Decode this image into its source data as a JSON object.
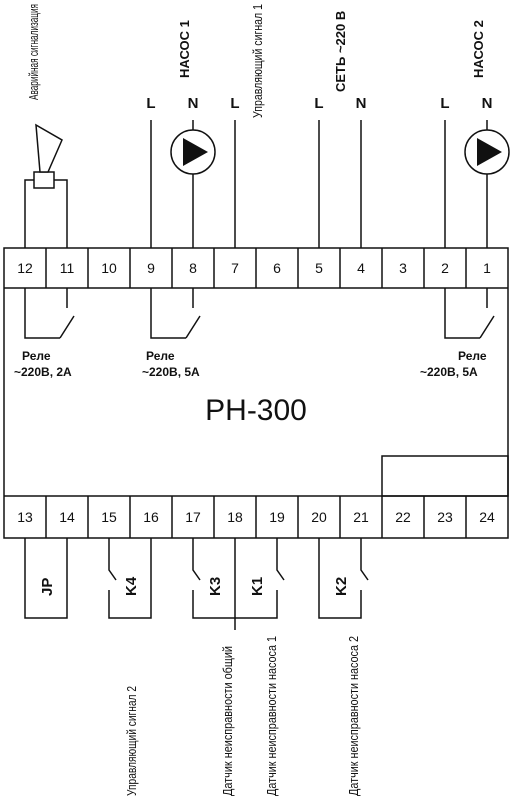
{
  "device": {
    "model": "PH-300"
  },
  "top_terminals": [
    "12",
    "11",
    "10",
    "9",
    "8",
    "7",
    "6",
    "5",
    "4",
    "3",
    "2",
    "1"
  ],
  "bottom_terminals": [
    "13",
    "14",
    "15",
    "16",
    "17",
    "18",
    "19",
    "20",
    "21",
    "22",
    "23",
    "24"
  ],
  "top_labels": {
    "alarm": "Аварийная сигнализация",
    "pump1": "НАСОС 1",
    "control1": "Управляющий сигнал 1",
    "mains": "СЕТЬ ~220 В",
    "pump2": "НАСОС 2"
  },
  "phase_labels": {
    "l": "L",
    "n": "N"
  },
  "relays": {
    "alarm": {
      "line1": "Реле",
      "line2": "~220В, 2А"
    },
    "pump1": {
      "line1": "Реле",
      "line2": "~220В, 5А"
    },
    "pump2": {
      "line1": "Реле",
      "line2": "~220В, 5А"
    }
  },
  "contacts": {
    "jp": "JP",
    "k4": "K4",
    "k3": "K3",
    "k1": "K1",
    "k2": "K2"
  },
  "bottom_labels": {
    "control2": "Управляющий сигнал 2",
    "fault_common": "Датчик неисправности общий",
    "fault_pump1": "Датчик неисправности насоса 1",
    "fault_pump2": "Датчик неисправности насоса 2"
  },
  "colors": {
    "line": "#111111",
    "background": "#ffffff"
  }
}
